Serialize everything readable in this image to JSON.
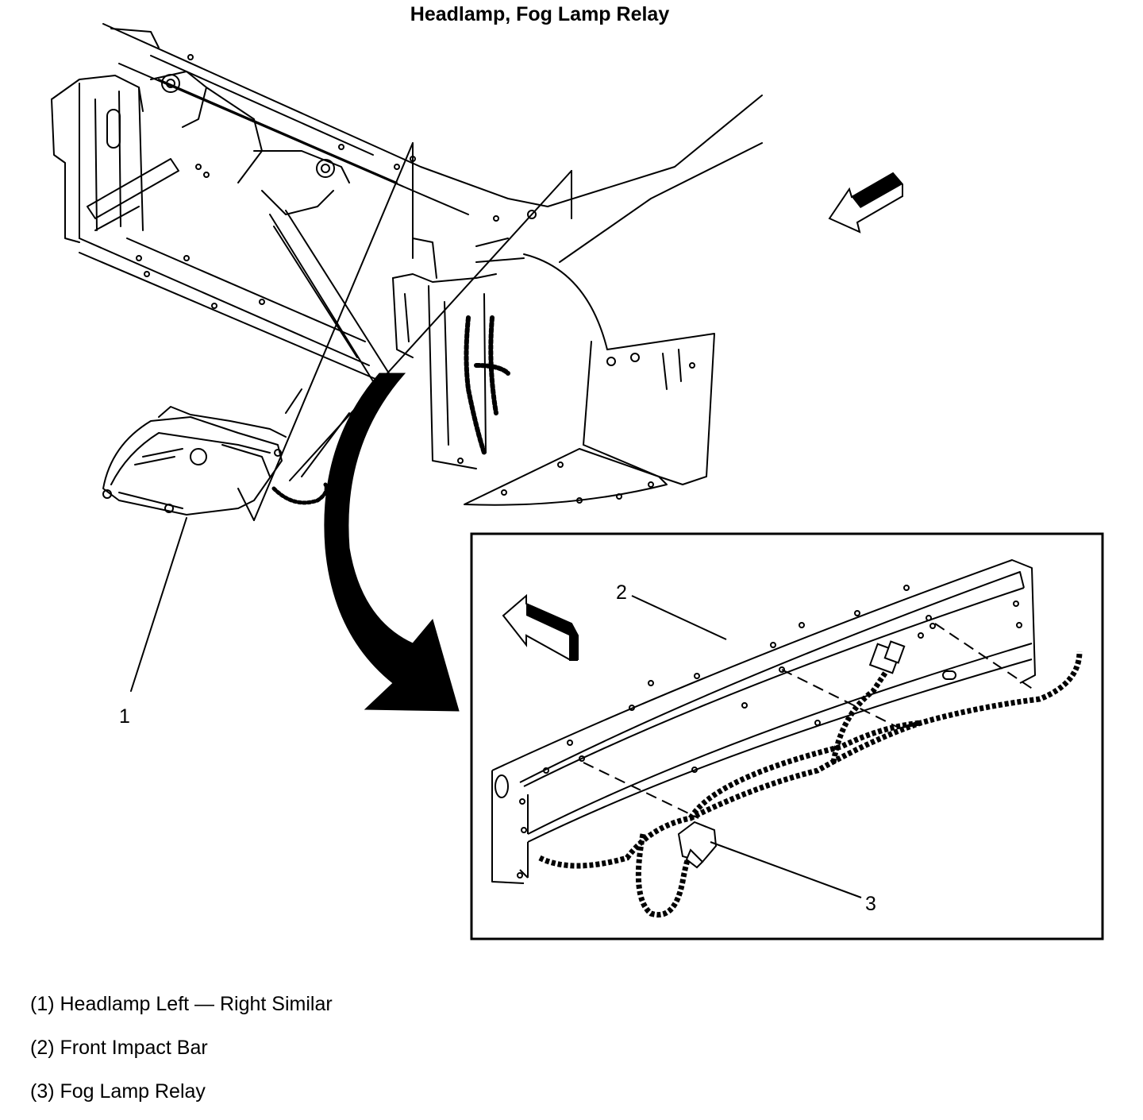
{
  "title": "Headlamp, Fog Lamp Relay",
  "callouts": [
    {
      "number": "1",
      "target": "headlamp"
    },
    {
      "number": "2",
      "target": "front-impact-bar"
    },
    {
      "number": "3",
      "target": "fog-lamp-relay"
    }
  ],
  "legend": [
    {
      "number": "1",
      "text": "(1) Headlamp Left — Right Similar"
    },
    {
      "number": "2",
      "text": "(2) Front Impact Bar"
    },
    {
      "number": "3",
      "text": "(3) Fog Lamp Relay"
    }
  ],
  "icons": {
    "front_arrow_main": "direction-arrow-icon",
    "front_arrow_inset": "direction-arrow-icon",
    "detail_arrow": "curved-arrow-icon"
  },
  "colors": {
    "line": "#000000",
    "background": "#ffffff"
  }
}
